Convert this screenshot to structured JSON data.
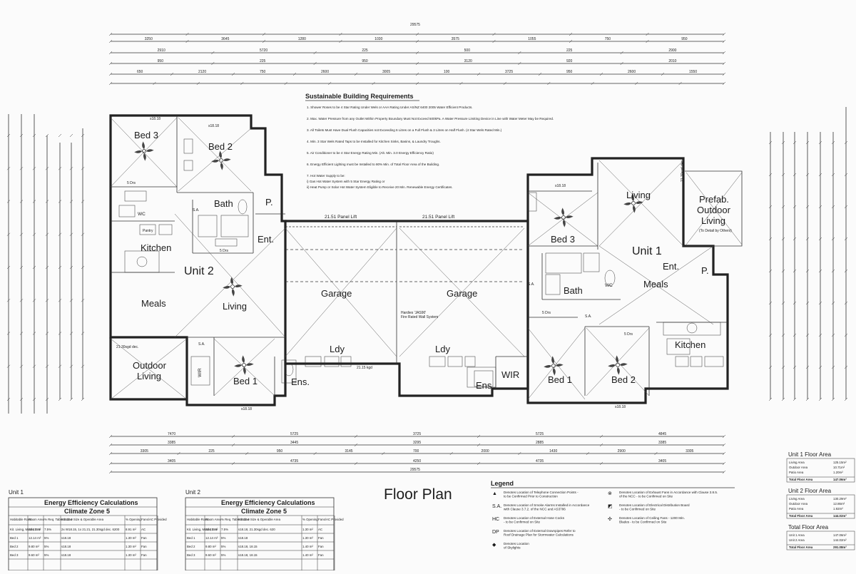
{
  "plan": {
    "title": "Floor Plan",
    "overall_dim_top": "29575",
    "overall_dim_bottom": "29575",
    "top_dims": {
      "row1": [
        "3250",
        "3645",
        "1280",
        "1030",
        "3575",
        "1055",
        "750",
        "950"
      ],
      "row2": [
        "2910",
        "5720",
        "225",
        "500",
        "225",
        "2900"
      ],
      "row3": [
        "950",
        "225",
        "950",
        "3120",
        "920",
        "2010"
      ],
      "row4": [
        "650",
        "2120",
        "750",
        "2600",
        "3005",
        "100",
        "3725",
        "950",
        "2600",
        "1550"
      ]
    },
    "bottom_dims": {
      "row1": [
        "7470",
        "5725",
        "3725",
        "5725",
        "4845"
      ],
      "row2": [
        "3385",
        "3445",
        "3295",
        "2885",
        "3385"
      ],
      "row3": [
        "3305",
        "225",
        "950",
        "3145",
        "700",
        "2000",
        "1430",
        "2900",
        "3305"
      ],
      "row4": [
        "3405",
        "4735",
        "4250",
        "4735",
        "3405"
      ]
    },
    "rooms": {
      "u2_bed3": "Bed 3",
      "u2_bed2": "Bed 2",
      "u2_bath": "Bath",
      "u2_wc": "WC",
      "u2_pantry": "Pantry",
      "u2_kitchen": "Kitchen",
      "u2_unit": "Unit 2",
      "u2_meals": "Meals",
      "u2_living": "Living",
      "u2_outdoor": "Outdoor\nLiving",
      "u2_wir": "WIR",
      "u2_bed1": "Bed 1",
      "u2_ens": "Ens.",
      "u2_ent": "Ent.",
      "u2_p": "P.",
      "garage_l": "Garage",
      "garage_r": "Garage",
      "ldy_l": "Ldy",
      "ldy_r": "Ldy",
      "u1_bed3": "Bed 3",
      "u1_living": "Living",
      "u1_prefab": "Prefab.\nOutdoor\nLiving",
      "u1_prefab_sub": "(To Detail by Others)",
      "u1_unit": "Unit 1",
      "u1_ent": "Ent.",
      "u1_p": "P.",
      "u1_meals": "Meals",
      "u1_bath": "Bath",
      "u1_wc": "WC",
      "u1_kitchen": "Kitchen",
      "u1_bed1": "Bed 1",
      "u1_bed2": "Bed 2",
      "u1_wir": "WIR",
      "u1_ens": "Ens."
    },
    "labels": {
      "panel_l": "21.51 Panel Lift",
      "panel_r": "21.51 Panel Lift",
      "firewall": "Hardies 'JAS90' Fire Rated Wall System",
      "slab": "21.15 kgd",
      "u2_out_dim": "21.30sgd dec.",
      "u1_out_dim": "21.30sgd dec.",
      "s1818": "s18.18",
      "dr": "5 Drs",
      "sa": "S.A."
    }
  },
  "requirements": {
    "title": "Sustainable Building Requirements",
    "items": [
      "1. Shower Roses to be 4 Star Rating Under Wels or AAA Rating Under AS/NZ 6400 2005 Water Efficient Products.",
      "2. Max. Water Pressure from any Outlet Within Property Boundary Must Not Exceed 500kPa. A Water Pressure Limiting Device in Line with Water Meter May be Required.",
      "3. All Toilets Must Have Dual Flush Capacities not Exceeding 6 Litres on a Full Flush & 3 Litres on Half Flush. (4 Star Wels Rated Min.)",
      "4. Min. 3 Star Wels Rated Taps to be Installed for Kitchen Sinks, Basins, & Laundry Troughs.",
      "5. Air Conditioner to be 4 Star Energy Rating Min. (Alt. Min. 3.0 Energy Efficiency Ratio)",
      "6. Energy Efficient Lighting must be Installed to 80% Min. of Total Floor Area of the Building.",
      "7. Hot Water Supply to be:",
      "   i) Gas Hot Water System with 5 Star Energy Rating or",
      "   ii) Heat Pump or Solar Hot Water System Eligible to Receive 20 Min. Renewable Energy Certificates."
    ]
  },
  "legend": {
    "title": "Legend",
    "items": [
      {
        "sym": "▲",
        "text": "Denotes Location of Telephone Connection Points - to be Confirmed Prior to Construction"
      },
      {
        "sym": "S.A.",
        "text": "Denotes Location of Smoke Alarms Installed in Accordance with Clause 3.7.2. of the NCC and AS3786"
      },
      {
        "sym": "HC",
        "text": "Denotes Location of External Hose Cocks - to be Confirmed on Site"
      },
      {
        "sym": "DP",
        "text": "Denotes Location of External Downpipes Refer to Roof Drainage Plan for Stormwater Calculations"
      },
      {
        "sym": "◆",
        "text": "Denotes Location of Skylights"
      },
      {
        "sym": "⊗",
        "text": "Denotes Location of Exhaust Fans in Accordance with Clause 3.8.5. of the NCC - to be Confirmed on Site"
      },
      {
        "sym": "◩",
        "text": "Denotes Location of Electrical Distribution Board - to be Confirmed on Site"
      },
      {
        "sym": "✣",
        "text": "Denotes Location of Ceiling Fans - 1200 Min. Blades - to be Confirmed on Site"
      }
    ]
  },
  "energy_tables": [
    {
      "unit": "Unit 1",
      "title": "Energy Efficiency Calculations",
      "zone": "Climate Zone 5",
      "headers": [
        "Habitable Room",
        "Room Area",
        "% Req. Table 3.12.4",
        "Window Size & Operable Area",
        "% Opening",
        "Fans/AC Provided"
      ],
      "rows": [
        [
          "Kit. Living, Meals, Ent.",
          "32.41 m²",
          "7.5%",
          "2x W18.15, 1x 21.21, 21.30sgd dec. 6200",
          "8.91 m²",
          "AC"
        ],
        [
          "Bed 1",
          "12.14 m²",
          "5%",
          "s18.18",
          "1.30 m²",
          "Fan"
        ],
        [
          "Bed 2",
          "9.80 m²",
          "5%",
          "s18.18",
          "1.30 m²",
          "Fan"
        ],
        [
          "Bed 3",
          "9.60 m²",
          "5%",
          "s18.18",
          "1.30 m²",
          "Fan"
        ]
      ]
    },
    {
      "unit": "Unit 2",
      "title": "Energy Efficiency Calculations",
      "zone": "Climate Zone 5",
      "headers": [
        "Habitable Room",
        "Room Area",
        "% Req. Table 3.12.4",
        "Window Size & Operable Area",
        "% Opening",
        "Fans/AC Provided"
      ],
      "rows": [
        [
          "Kit. Living, Meals, Ent.",
          "32.41 m²",
          "7.5%",
          "s18.18, 21.30sgd dec. 620",
          "1.30 m²",
          "AC"
        ],
        [
          "Bed 1",
          "12.14 m²",
          "5%",
          "s18.18",
          "1.30 m²",
          "Fan"
        ],
        [
          "Bed 2",
          "9.80 m²",
          "5%",
          "s18.18, 18.15",
          "1.40 m²",
          "Fan"
        ],
        [
          "Bed 3",
          "9.60 m²",
          "5%",
          "s18.18, 18.15",
          "1.40 m²",
          "Fan"
        ]
      ]
    }
  ],
  "areas": [
    {
      "title": "Unit 1 Floor Area",
      "rows": [
        [
          "Living Area",
          "125.15m²"
        ],
        [
          "Outdoor Area",
          "10.71m²"
        ],
        [
          "Patio Area",
          "1.20m²"
        ]
      ],
      "total": [
        "Total Floor Area",
        "147.06m²"
      ]
    },
    {
      "title": "Unit 2 Floor Area",
      "rows": [
        [
          "Living Area",
          "130.29m²"
        ],
        [
          "Outdoor Area",
          "12.86m²"
        ],
        [
          "Patio Area",
          "1.92m²"
        ]
      ],
      "total": [
        "Total Floor Area",
        "144.02m²"
      ]
    },
    {
      "title": "Total Floor Area",
      "rows": [
        [
          "Unit 1 Area",
          "147.06m²"
        ],
        [
          "Unit 2 Area",
          "144.02m²"
        ]
      ],
      "total": [
        "Total Floor Area",
        "291.08m²"
      ]
    }
  ]
}
